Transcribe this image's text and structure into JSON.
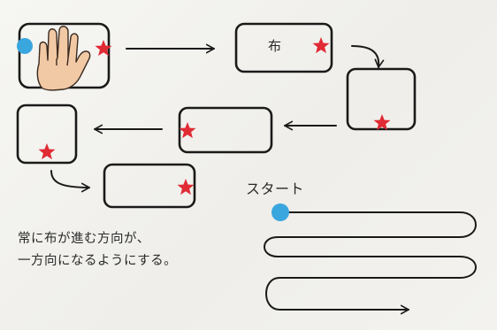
{
  "labels": {
    "cloth": "布",
    "start": "スタート",
    "instruction_line1": "常に布が進む方向が、",
    "instruction_line2": "一方向になるようにする。"
  },
  "colors": {
    "ink": "#1a1a1a",
    "star": "#e02a34",
    "start_dot": "#3aa6de",
    "hand": "#f2c9a5",
    "hand_outline": "#3a2a20"
  },
  "icons": {
    "marker": "star-icon",
    "hand": "hand-icon",
    "start": "start-dot-icon"
  }
}
